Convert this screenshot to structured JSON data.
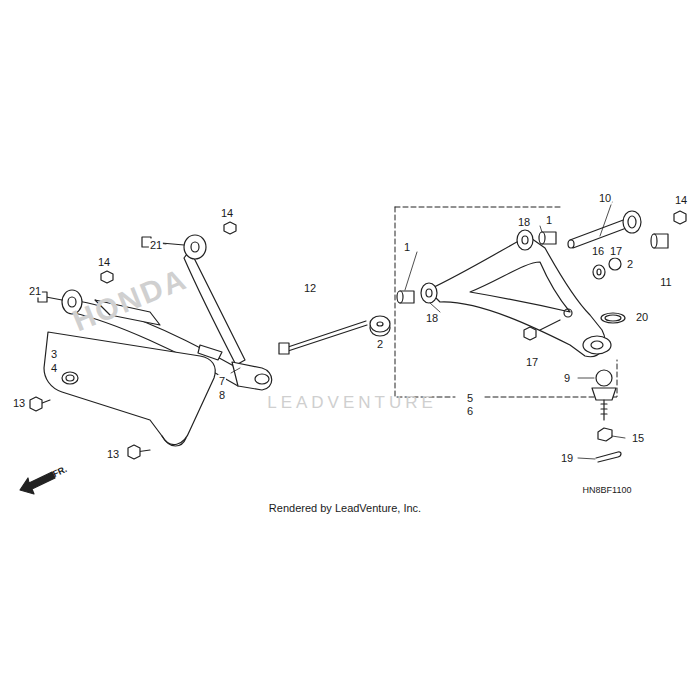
{
  "diagram": {
    "labels": [
      "14",
      "21",
      "14",
      "21",
      "3",
      "4",
      "7",
      "8",
      "13",
      "13",
      "12",
      "2",
      "18",
      "1",
      "10",
      "2",
      "14",
      "1",
      "18",
      "16",
      "17",
      "11",
      "20",
      "17",
      "5",
      "6",
      "9",
      "15",
      "19",
      "FR.",
      "HN8BF1100",
      "Rendered by LeadVenture, Inc.",
      "HONDA",
      "LEADVENTURE"
    ]
  }
}
